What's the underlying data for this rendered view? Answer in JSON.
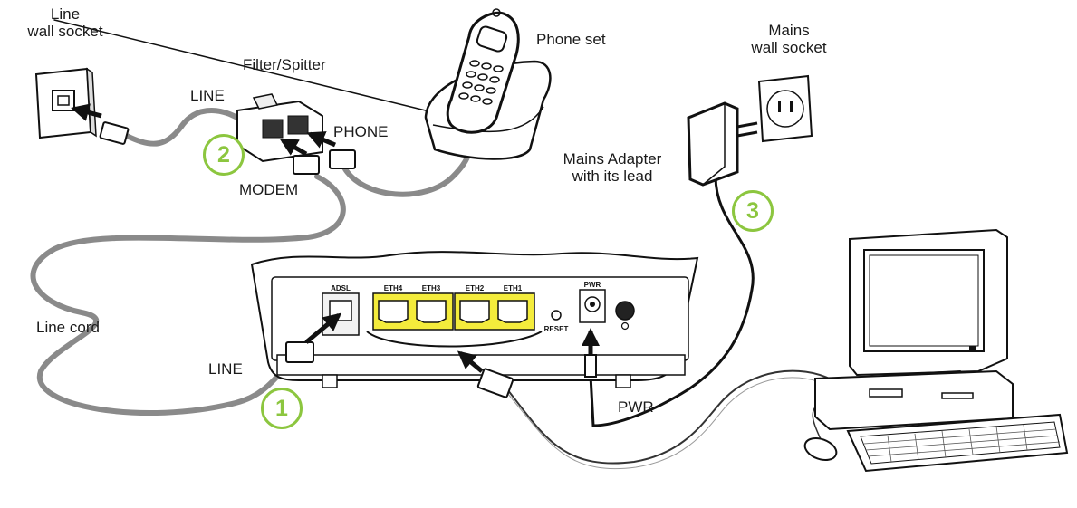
{
  "labels": {
    "line_wall_socket": [
      "Line",
      "wall socket"
    ],
    "filter_splitter": "Filter/Spitter",
    "phone_set": "Phone set",
    "mains_wall_socket": [
      "Mains",
      "wall socket"
    ],
    "filter_line": "LINE",
    "filter_phone": "PHONE",
    "filter_modem": "MODEM",
    "mains_adapter": [
      "Mains Adapter",
      "with its lead"
    ],
    "line_cord": "Line cord",
    "router_line": "LINE",
    "pwr": "PWR"
  },
  "steps": [
    "1",
    "2",
    "3"
  ],
  "router_ports": {
    "adsl": "ADSL",
    "eth4": "ETH4",
    "eth3": "ETH3",
    "eth2": "ETH2",
    "eth1": "ETH1",
    "reset": "RESET",
    "pwr": "PWR"
  },
  "colors": {
    "step_accent": "#8cc63f",
    "eth_ports": "#f4ec3c",
    "cable": "#8a8a8a"
  }
}
